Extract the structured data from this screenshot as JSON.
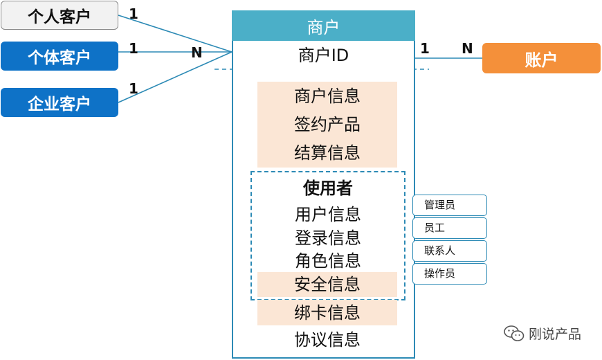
{
  "customers": [
    {
      "label": "个人客户",
      "cardinality": "1"
    },
    {
      "label": "个体客户",
      "cardinality": "1"
    },
    {
      "label": "企业客户",
      "cardinality": "1"
    }
  ],
  "customer_merchant_cardinality": "N",
  "merchant": {
    "title": "商户",
    "id_label": "商户ID",
    "info_rows": [
      "商户信息",
      "签约产品",
      "结算信息"
    ],
    "user_group": {
      "title": "使用者",
      "rows": [
        "用户信息",
        "登录信息",
        "角色信息",
        "安全信息"
      ]
    },
    "bottom_rows": [
      "绑卡信息",
      "协议信息"
    ]
  },
  "roles": [
    "管理员",
    "员工",
    "联系人",
    "操作员"
  ],
  "account": {
    "label": "账户",
    "merchant_cardinality": "1",
    "account_cardinality": "N"
  },
  "watermark": {
    "text": "刚说产品",
    "icon": "wechat-icon"
  },
  "colors": {
    "blue": "#0e72c7",
    "teal": "#4bafc8",
    "line": "#2c8ab5",
    "shade": "#fbe6d5",
    "orange": "#f4903a"
  }
}
